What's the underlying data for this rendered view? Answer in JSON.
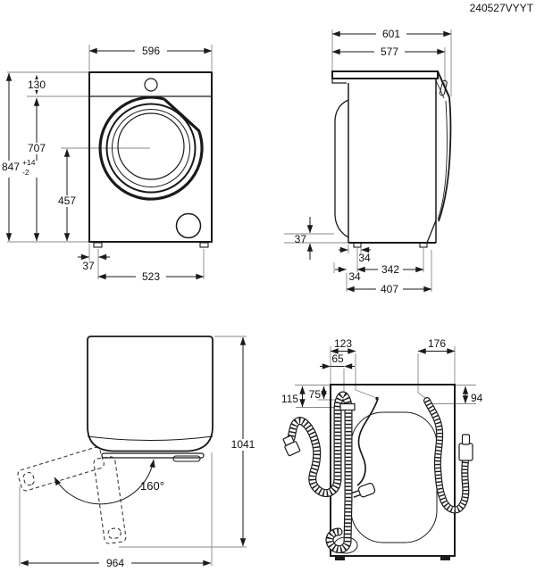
{
  "document_code": "240527VYYT",
  "colors": {
    "outline": "#1a1a1a",
    "extension_line": "#8a8a8a",
    "background": "#ffffff"
  },
  "front_view": {
    "dims": {
      "width": "596",
      "control_panel_height": "130",
      "panel_to_bottom": "707",
      "total_height": "847",
      "tolerance_plus": "+14",
      "tolerance_minus": "-2",
      "door_center_height": "457",
      "foot_inset": "37",
      "feet_span": "523"
    }
  },
  "side_view": {
    "dims": {
      "depth_total": "601",
      "depth_body": "577",
      "plinth_height": "37",
      "rear_foot_inset": "34",
      "feet_span": "342",
      "front_foot_inset": "34",
      "feet_outer_span": "407"
    }
  },
  "door_view": {
    "dims": {
      "depth_door_open": "1041",
      "opening_angle": "160°",
      "width_door_open": "964"
    }
  },
  "rear_view": {
    "dims": {
      "drain_offset_left": "123",
      "drain_offset_inner": "65",
      "inlet_offset_right": "176",
      "drain_clip_drop": "115",
      "drain_bend_drop": "75",
      "inlet_drop": "94"
    }
  }
}
